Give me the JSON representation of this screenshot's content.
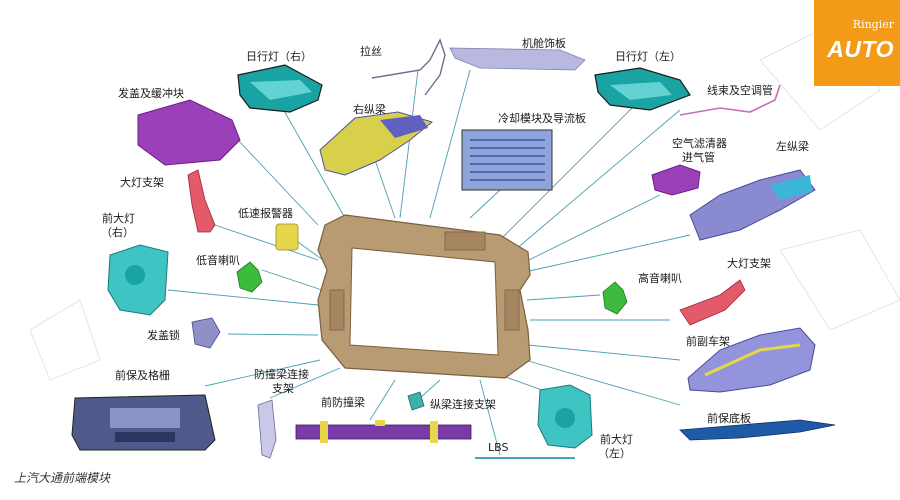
{
  "brand": {
    "top": "Ringier",
    "bottom": "AUTO"
  },
  "caption": "上汽大通前端模块",
  "labels": {
    "drl_right": "日行灯（右）",
    "wire": "拉丝",
    "cabin_trim": "机舱饰板",
    "drl_left": "日行灯（左）",
    "harness": "线束及空调管",
    "hood": "发盖及缓冲块",
    "right_rail": "右纵梁",
    "cooling": "冷却模块及导流板",
    "air_intake_1": "空气滤清器",
    "air_intake_2": "进气管",
    "left_rail": "左纵梁",
    "lamp_bracket_left": "大灯支架",
    "low_speed_alarm": "低速报警器",
    "headlamp_right_1": "前大灯",
    "headlamp_right_2": "（右）",
    "low_horn": "低音喇叭",
    "high_horn": "高音喇叭",
    "lamp_bracket_right": "大灯支架",
    "hood_lock": "发盖锁",
    "subframe": "前副车架",
    "bumper_grille": "前保及格栅",
    "bumper_link_1": "防撞梁连接",
    "bumper_link_2": "支架",
    "bumper_beam": "前防撞梁",
    "rail_link": "纵梁连接支架",
    "lbs": "LBS",
    "headlamp_left_1": "前大灯",
    "headlamp_left_2": "（左）",
    "skid_plate": "前保底板"
  }
}
